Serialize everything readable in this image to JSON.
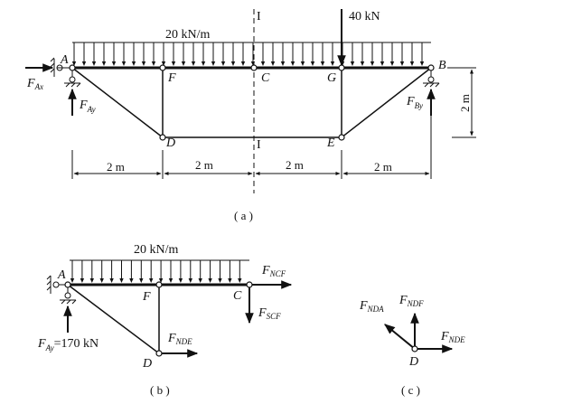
{
  "figure_a": {
    "caption": "( a )",
    "load_label": "20 kN/m",
    "point_load_label": "40 kN",
    "section_label_top": "I",
    "section_label_bottom": "I",
    "nodes": {
      "A": "A",
      "B": "B",
      "C": "C",
      "D": "D",
      "E": "E",
      "F": "F",
      "G": "G"
    },
    "forces": {
      "fax_main": "F",
      "fax_sub": "Ax",
      "fay_main": "F",
      "fay_sub": "Ay",
      "fby_main": "F",
      "fby_sub": "By"
    },
    "dims": [
      "2 m",
      "2 m",
      "2 m",
      "2 m"
    ],
    "height_dim": "2 m"
  },
  "figure_b": {
    "caption": "( b )",
    "load_label": "20 kN/m",
    "nodes": {
      "A": "A",
      "F": "F",
      "C": "C",
      "D": "D"
    },
    "forces": {
      "fncf_main": "F",
      "fncf_sub": "NCF",
      "fscf_main": "F",
      "fscf_sub": "SCF",
      "fnde_main": "F",
      "fnde_sub": "NDE",
      "fay_main": "F",
      "fay_sub": "Ay",
      "fay_value": "=170 kN"
    }
  },
  "figure_c": {
    "caption": "( c )",
    "node": "D",
    "forces": {
      "fnda_main": "F",
      "fnda_sub": "NDA",
      "fndf_main": "F",
      "fndf_sub": "NDF",
      "fnde_main": "F",
      "fnde_sub": "NDE"
    }
  }
}
